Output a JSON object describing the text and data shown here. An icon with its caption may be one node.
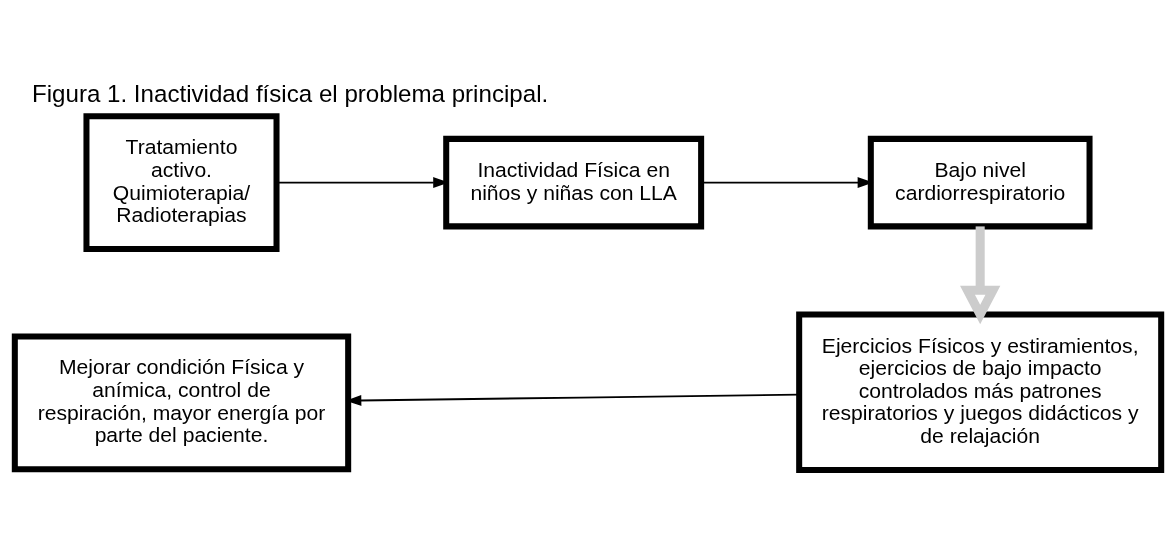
{
  "diagram": {
    "title": "Figura 1. Inactividad física el problema principal.",
    "nodes": [
      {
        "text": [
          "Tratamiento activo. Quimioterapia/ Radioterapias"
        ]
      },
      {
        "text": [
          "Inactividad Física en niños y niñas con LLA"
        ]
      },
      {
        "text": [
          "Bajo nivel cardiorrespiratorio"
        ]
      },
      {
        "text": [
          "Ejercicios Físicos y estiramientos, ejercicios de bajo impacto controlados más patrones respiratorios y juegos didácticos y de relajación"
        ]
      },
      {
        "text": [
          "Mejorar condición Física y anímica, control de respiración, mayor energía por parte del paciente."
        ]
      }
    ],
    "edges": [
      {
        "from": 0,
        "to": 1,
        "arrow": "to"
      },
      {
        "from": 1,
        "to": 2,
        "arrow": "to"
      },
      {
        "from": 2,
        "to": 3,
        "arrow": "to",
        "style": "thick",
        "color": "#cccccc"
      },
      {
        "from": 3,
        "to": 4,
        "arrow": "to"
      }
    ]
  }
}
